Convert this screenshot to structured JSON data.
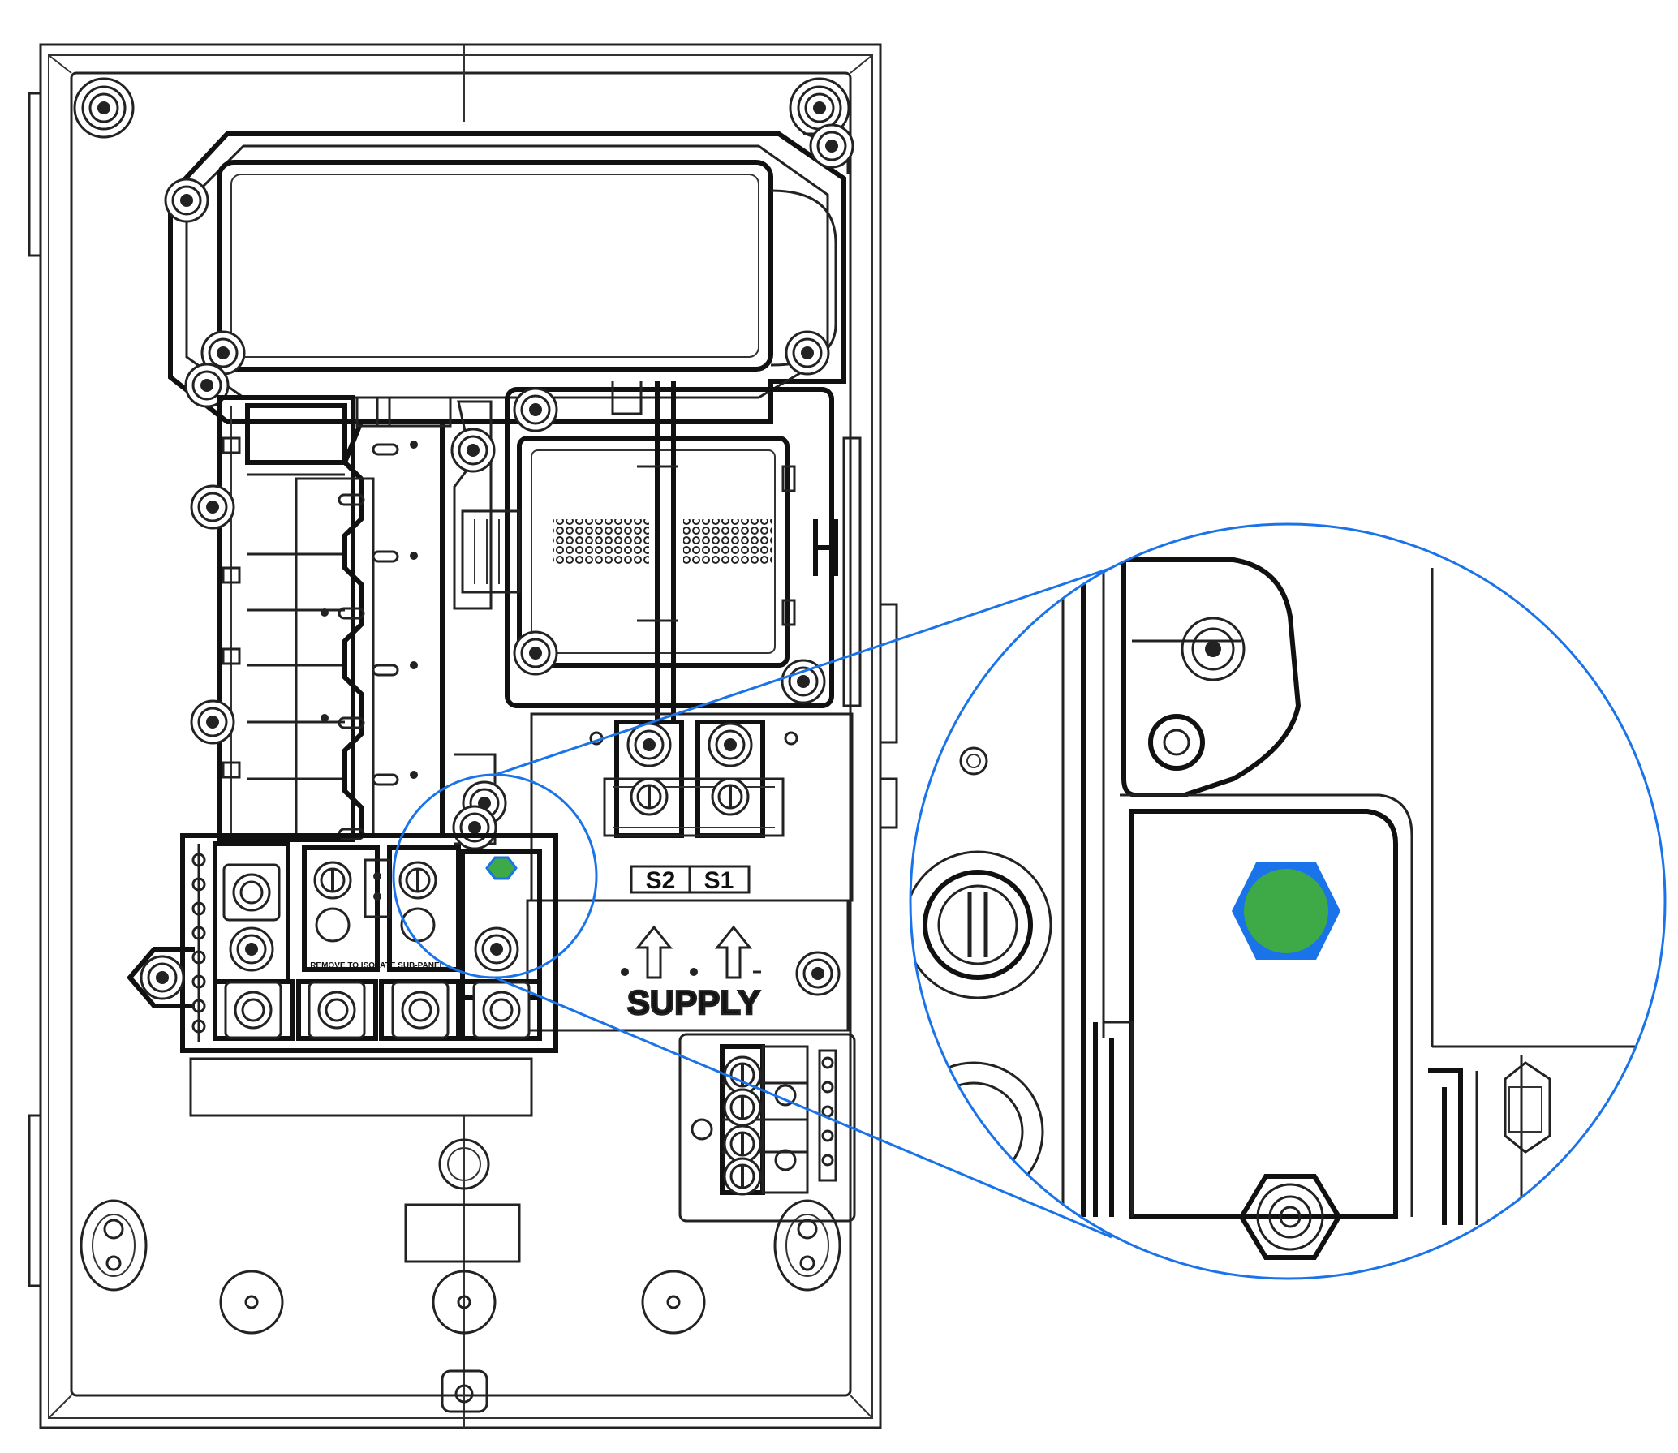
{
  "labels": {
    "s2": "S2",
    "s1": "S1",
    "supply": "SUPPLY",
    "busbar_note": "REMOVE TO ISOLATE SUB-PANEL"
  },
  "colors": {
    "callout_stroke": "#1a73e8",
    "marker_fill": "#3daa47",
    "marker_outline": "#1a73e8"
  },
  "icons": {
    "marker": "green-hex-marker-icon",
    "arrows": "up-arrow-icon"
  }
}
